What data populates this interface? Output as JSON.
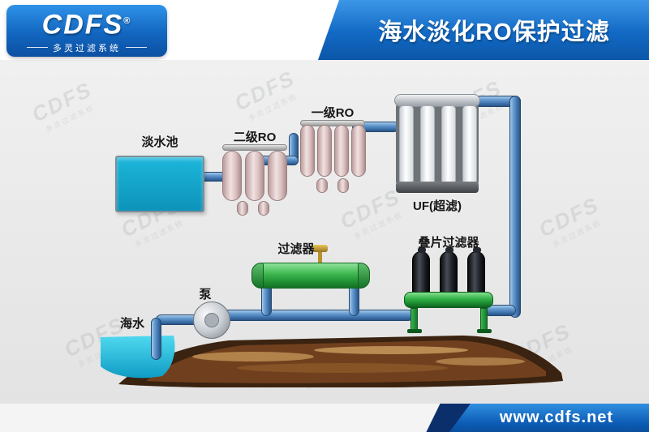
{
  "header": {
    "brand": "CDFS",
    "registered_mark": "®",
    "brand_subtitle": "多灵过滤系统",
    "title": "海水淡化RO保护过滤"
  },
  "watermark": {
    "text": "CDFS",
    "subtext": "多灵过滤系统"
  },
  "diagram": {
    "labels": {
      "fresh_water_tank": "淡水池",
      "stage2_ro": "二级RO",
      "stage1_ro": "一级RO",
      "uf": "UF(超滤)",
      "filter": "过滤器",
      "disc_filter": "叠片过滤器",
      "pump": "泵",
      "seawater": "海水"
    },
    "colors": {
      "pipe_blue": "#4a86c8",
      "tank_teal": "#0aa6cc",
      "ro_pink": "#e7d2d2",
      "equipment_green": "#2fae46",
      "canister_black": "#17191c",
      "soil_brown": "#5a3318",
      "water_cyan": "#1fbfe0",
      "header_blue": "#1269c4"
    }
  },
  "footer": {
    "url": "www.cdfs.net"
  }
}
